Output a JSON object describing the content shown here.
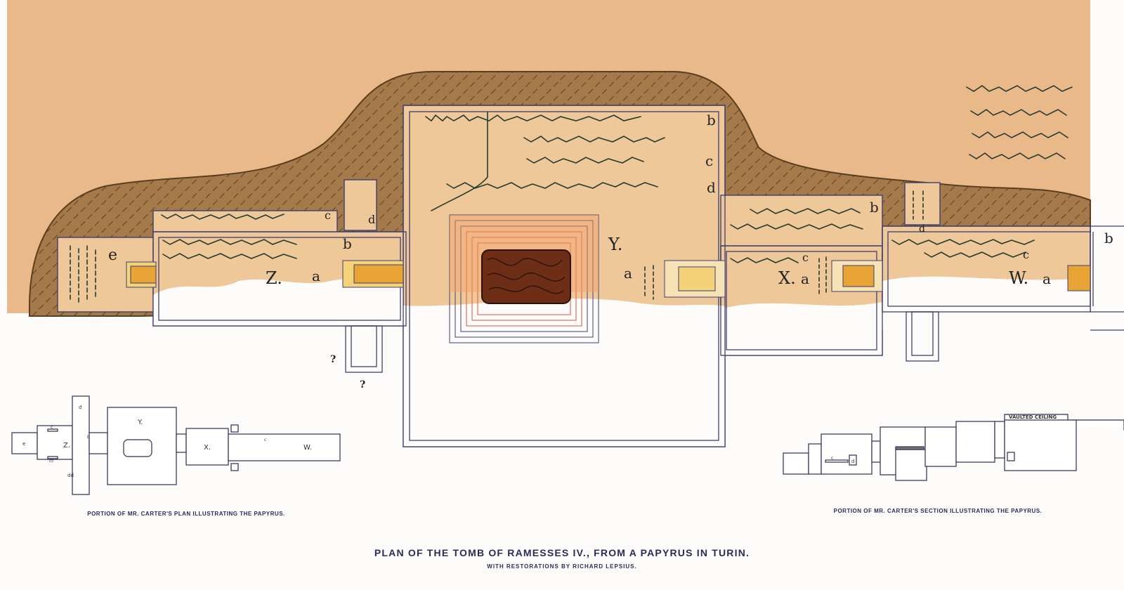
{
  "papyrus": {
    "room_labels": {
      "e": "e",
      "z": "Z.",
      "y": "Y.",
      "x": "X.",
      "w": "W."
    },
    "letters": {
      "a": "a",
      "b": "b",
      "c": "c",
      "d": "d"
    },
    "uncertain_marks": [
      "?",
      "?"
    ]
  },
  "plan_inset": {
    "labels": {
      "e": "e",
      "c": "c",
      "cc": "cc",
      "d": "d",
      "dd": "dd",
      "b": "b",
      "z": "Z.",
      "y": "Y.",
      "x": "X.",
      "w": "W."
    },
    "caption": "PORTION OF MR. CARTER'S PLAN ILLUSTRATING THE PAPYRUS."
  },
  "section_inset": {
    "vault_label": "VAULTED CEILING",
    "labels": {
      "c": "c",
      "d": "d"
    },
    "caption": "PORTION OF MR. CARTER'S SECTION ILLUSTRATING THE PAPYRUS."
  },
  "title": "PLAN OF THE TOMB OF RAMESSES IV., FROM A PAPYRUS IN TURIN.",
  "subtitle": "WITH RESTORATIONS BY RICHARD LEPSIUS.",
  "colors": {
    "papyrus": "#eab98a",
    "rock": "#a37a4a",
    "outline": "#3f3f70",
    "sarcophagus": "#6e2e16",
    "gold": "#e8a535",
    "ink": "#223"
  }
}
